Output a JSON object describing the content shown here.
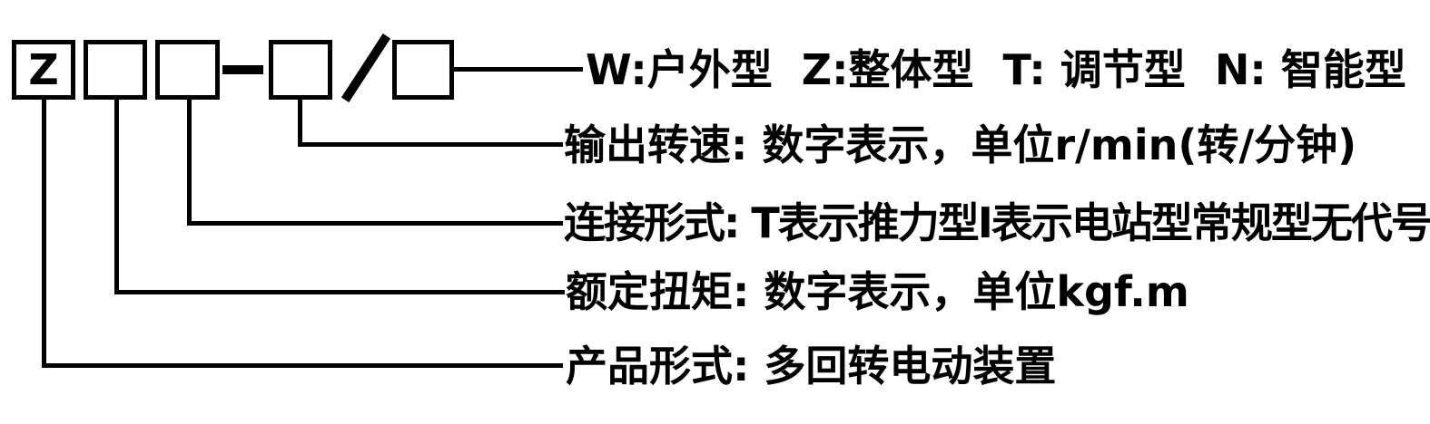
{
  "colors": {
    "ink": "#000000",
    "background": "#ffffff"
  },
  "code": {
    "product_letter": "Z",
    "separators": {
      "dash": "-",
      "slash": "/"
    }
  },
  "labels": {
    "type_variants": "W:户外型  Z:整体型  T: 调节型  N: 智能型",
    "output_speed": "输出转速: 数字表示，单位r/min(转/分钟)",
    "connection_type": "连接形式: T表示推力型I表示电站型常规型无代号",
    "rated_torque": "额定扭矩: 数字表示，单位kgf.m",
    "product_form": "产品形式: 多回转电动装置"
  }
}
